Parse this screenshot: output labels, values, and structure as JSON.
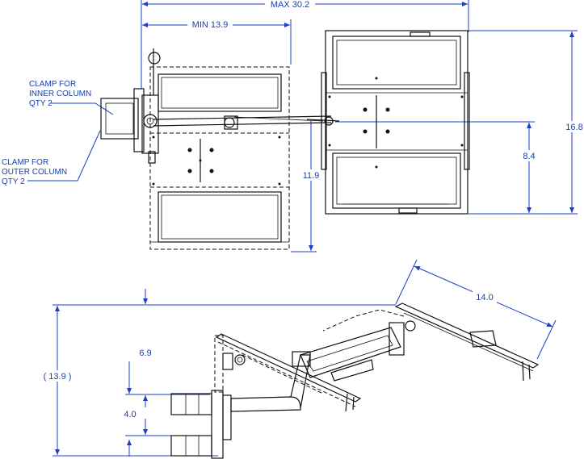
{
  "dimensions": {
    "max_width": "MAX 30.2",
    "min_width": "MIN 13.9",
    "plate_height": "16.8",
    "plate_half": "8.4",
    "arm_height": "11.9",
    "reach": "14.0",
    "total_height": "( 13.9 )",
    "top_offset": "6.9",
    "clamp_spacing": "4.0"
  },
  "labels": {
    "clamp_inner": [
      "CLAMP FOR",
      "INNER COLUMN",
      "QTY 2"
    ],
    "clamp_outer": [
      "CLAMP FOR",
      "OUTER COLUMN",
      "QTY 2"
    ]
  },
  "colors": {
    "dimension": "#1e3ec8",
    "ink": "#111111"
  }
}
